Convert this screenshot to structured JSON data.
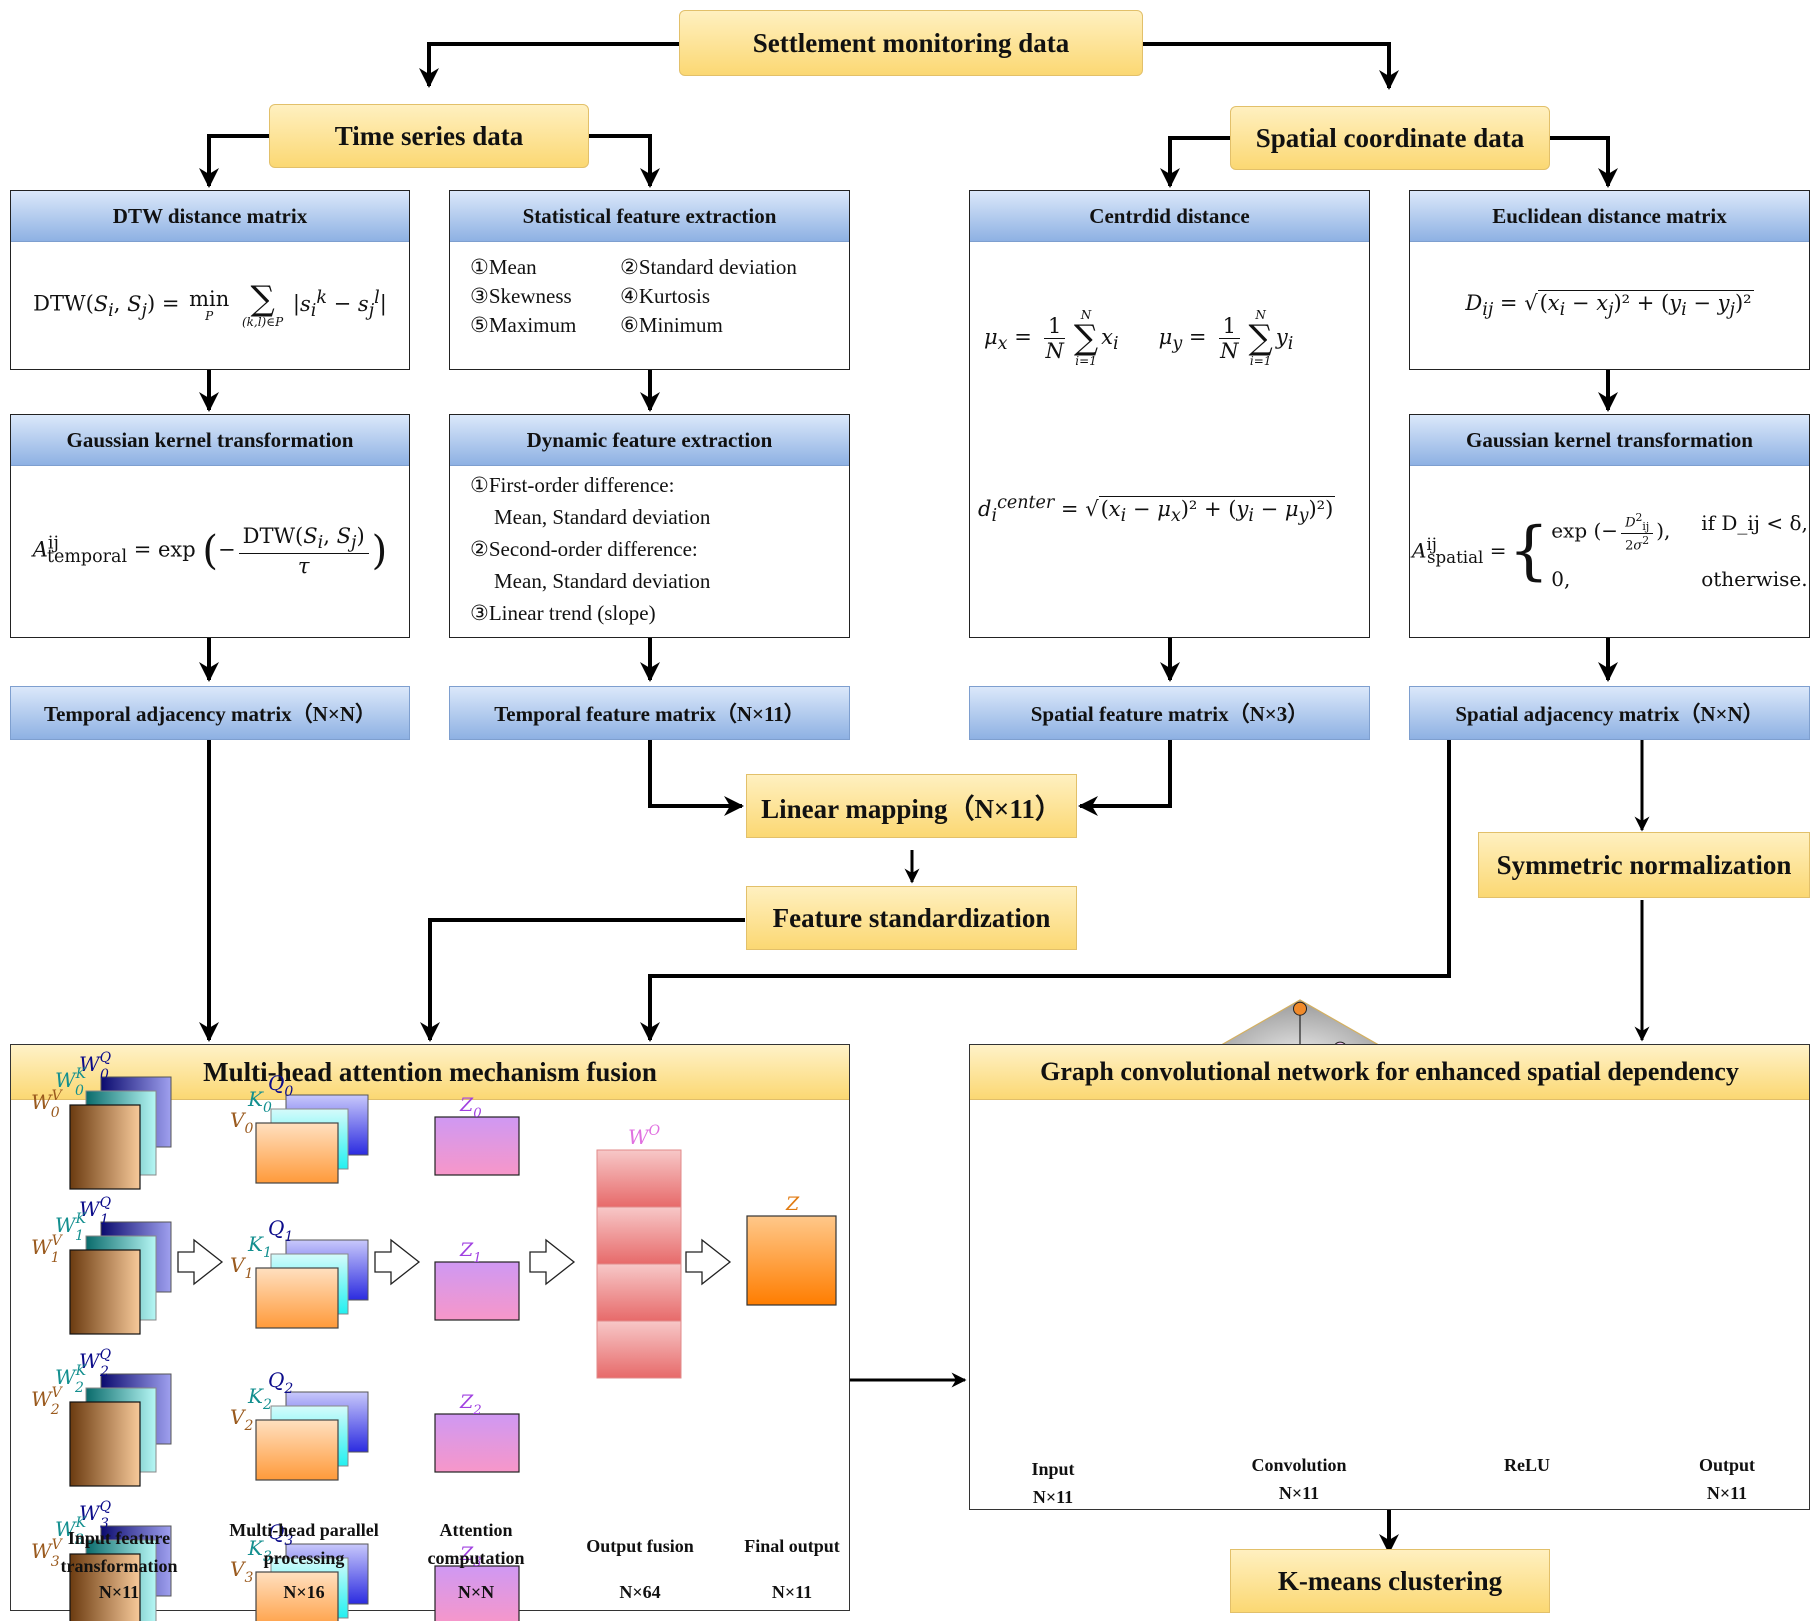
{
  "top": {
    "root": "Settlement monitoring data",
    "time_series": "Time series data",
    "spatial": "Spatial coordinate data"
  },
  "cards": {
    "dtw": {
      "title": "DTW distance matrix",
      "formula": "DTW(S_i, S_j) = min_P Σ_{(k,l)∈P} |s_i^k − s_j^l|"
    },
    "stat": {
      "title": "Statistical feature extraction",
      "items": [
        "①Mean",
        "②Standard deviation",
        "③Skewness",
        "④Kurtosis",
        "⑤Maximum",
        "⑥Minimum"
      ]
    },
    "centroid": {
      "title": "Centrdid distance",
      "formula_mu": "μ_x = (1/N) Σ_{i=1}^{N} x_i    μ_y = (1/N) Σ_{i=1}^{N} y_i",
      "formula_d": "d_i^center = √((x_i − μ_x)² + (y_i − μ_y)²)"
    },
    "euclid": {
      "title": "Euclidean distance matrix",
      "formula": "D_ij = √((x_i − x_j)² + (y_i − y_j)²)"
    },
    "gauss_t": {
      "title": "Gaussian kernel transformation",
      "formula": "A_temporal^ij = exp(−DTW(S_i,S_j)/τ)"
    },
    "dynamic": {
      "title": "Dynamic feature extraction",
      "items": [
        "①First-order difference:",
        "Mean, Standard deviation",
        "②Second-order difference:",
        "Mean, Standard deviation",
        "③Linear trend (slope)"
      ]
    },
    "gauss_s": {
      "title": "Gaussian kernel transformation",
      "formula": "A_spatial^ij = { exp(−D_ij²/2σ²), if D_ij < δ ; 0, otherwise. }",
      "cond1": "if D_ij < δ,",
      "cond2": "otherwise."
    }
  },
  "bars": {
    "temporal_adj": "Temporal adjacency matrix（N×N）",
    "temporal_feat": "Temporal feature matrix（N×11）",
    "spatial_feat": "Spatial feature matrix（N×3）",
    "spatial_adj": "Spatial adjacency matrix（N×N）"
  },
  "mid": {
    "linear_mapping": "Linear mapping（N×11）",
    "feature_std": "Feature standardization",
    "sym_norm": "Symmetric normalization"
  },
  "attention": {
    "title": "Multi-head attention mechanism fusion",
    "heads": [
      {
        "wq": "W",
        "wq_sub": "0",
        "q": "Q",
        "k": "K",
        "v": "V",
        "z": "Z",
        "idx": "0"
      },
      {
        "idx": "1"
      },
      {
        "idx": "2"
      },
      {
        "idx": "3"
      }
    ],
    "wo_label": "W",
    "wo_sup": "O",
    "z_label": "Z",
    "stages": [
      {
        "name": "Input feature transformation",
        "line1": "Input feature",
        "line2": "transformation",
        "dim": "N×11"
      },
      {
        "name": "Multi-head parallel processing",
        "line1": "Multi-head parallel",
        "line2": "processing",
        "dim": "N×16"
      },
      {
        "name": "Attention computation",
        "line1": "Attention",
        "line2": "computation",
        "dim": "N×N"
      },
      {
        "name": "Output fusion",
        "line1": "Output fusion",
        "line2": "",
        "dim": "N×64"
      },
      {
        "name": "Final output",
        "line1": "Final output",
        "line2": "",
        "dim": "N×11"
      }
    ]
  },
  "gcn": {
    "title": "Graph convolutional network for enhanced spatial dependency",
    "stages": [
      {
        "name": "Input",
        "dim": "N×11"
      },
      {
        "name": "Convolution",
        "dim": "N×11"
      },
      {
        "name": "ReLU",
        "dim": ""
      },
      {
        "name": "Output",
        "dim": "N×11"
      }
    ],
    "input_node_colors": [
      "#f9c9cf",
      "#fde0c4",
      "#cfe6fb",
      "#cff8e6",
      "#f6c6f3",
      "#fdf8c4",
      "#c4eef9"
    ],
    "output_node_colors": [
      "#a30f0f",
      "#e07a0c",
      "#0a7d4a",
      "#1a6fd0",
      "#4b0c8c",
      "#dccb0c",
      "#10929a"
    ],
    "relu_color": "#0a14e0"
  },
  "kmeans": "K-means clustering"
}
